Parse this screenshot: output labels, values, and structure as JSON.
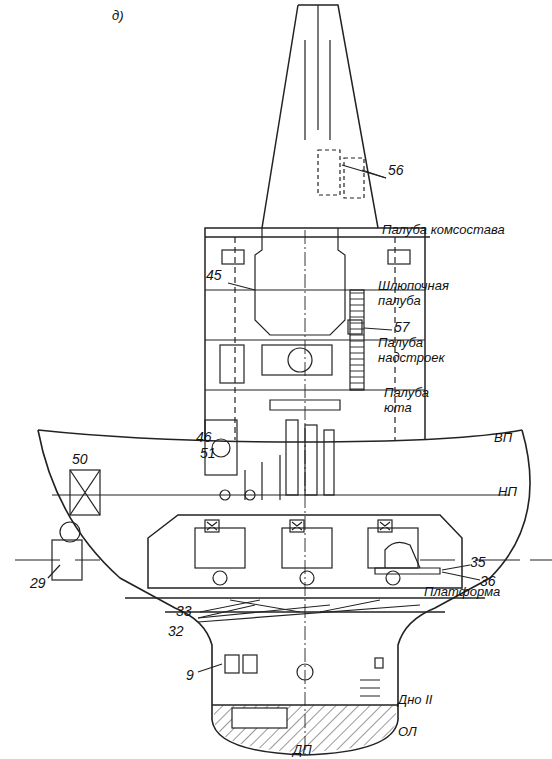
{
  "diagram": {
    "labels": [
      "д)",
      "56",
      "Палуба комсостава",
      "45",
      "Шлюпочная палуба",
      "57",
      "Палуба надстроек",
      "Палуба юта",
      "46",
      "51",
      "50",
      "ВП",
      "НП",
      "29",
      "35",
      "36",
      "33",
      "Платформа",
      "32",
      "9",
      "Дно II",
      "ОЛ",
      "ДП"
    ]
  }
}
